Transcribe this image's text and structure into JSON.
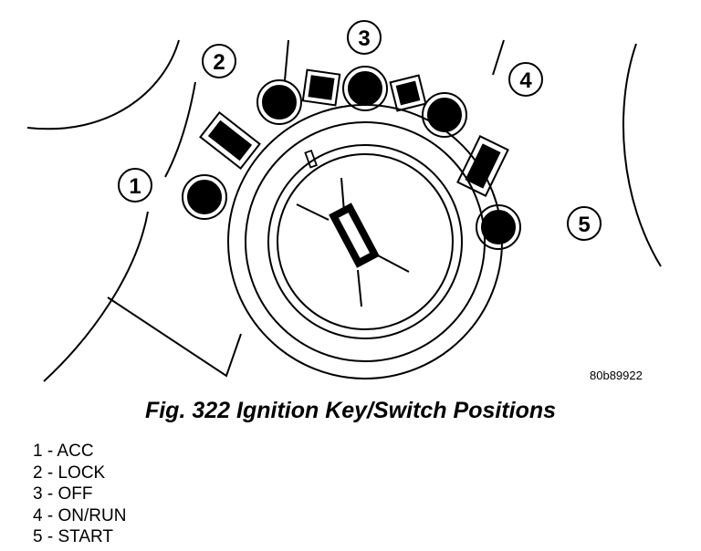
{
  "diagram": {
    "figure_id": "80b89922",
    "callouts": [
      "1",
      "2",
      "3",
      "4",
      "5"
    ]
  },
  "caption": "Fig. 322 Ignition Key/Switch Positions",
  "legend": [
    {
      "number": "1",
      "label": "ACC"
    },
    {
      "number": "2",
      "label": "LOCK"
    },
    {
      "number": "3",
      "label": "OFF"
    },
    {
      "number": "4",
      "label": "ON/RUN"
    },
    {
      "number": "5",
      "label": "START"
    }
  ]
}
